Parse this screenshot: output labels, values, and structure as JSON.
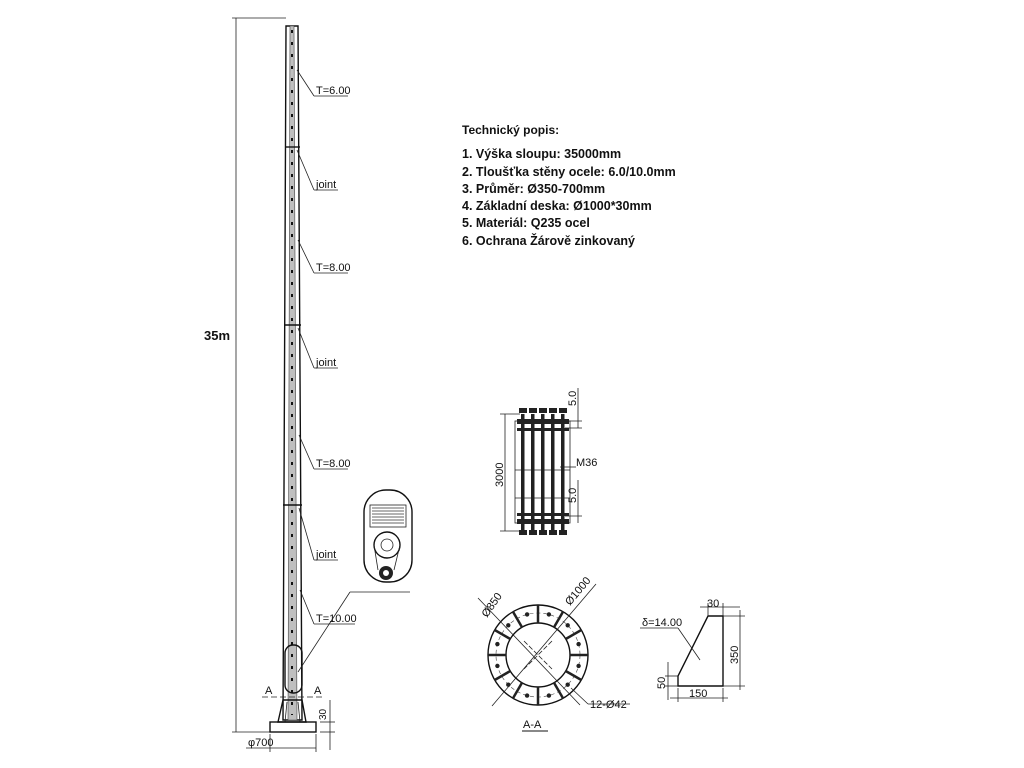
{
  "spec": {
    "title": "Technický popis:",
    "lines": [
      "1. Výška sloupu: 35000mm",
      "2. Tloušťka stěny ocele: 6.0/10.0mm",
      "3. Průměr: Ø350-700mm",
      "4. Základní deska: Ø1000*30mm",
      "5. Materiál: Q235 ocel",
      "6. Ochrana Žárově zinkovaný"
    ]
  },
  "pole": {
    "height_label": "35m",
    "sections": [
      {
        "label": "T=6.00"
      },
      {
        "label": "T=8.00"
      },
      {
        "label": "T=8.00"
      },
      {
        "label": "T=10.00"
      }
    ],
    "joints": [
      "joint",
      "joint",
      "joint"
    ],
    "section_marks": [
      "A",
      "A"
    ],
    "base_diameter": "φ700",
    "base_plate_thickness": "30"
  },
  "anchor_bolt": {
    "length": "3000",
    "top_offset": "5.0",
    "bottom_offset": "5.0",
    "thread": "M36"
  },
  "base_plate": {
    "outer": "Ø1000",
    "bolt_circle": "Ø850",
    "holes": "12-Ø42",
    "section_title": "A-A"
  },
  "rib": {
    "thickness": "δ=14.00",
    "top": "30",
    "height": "350",
    "base": "150",
    "foot": "50"
  }
}
